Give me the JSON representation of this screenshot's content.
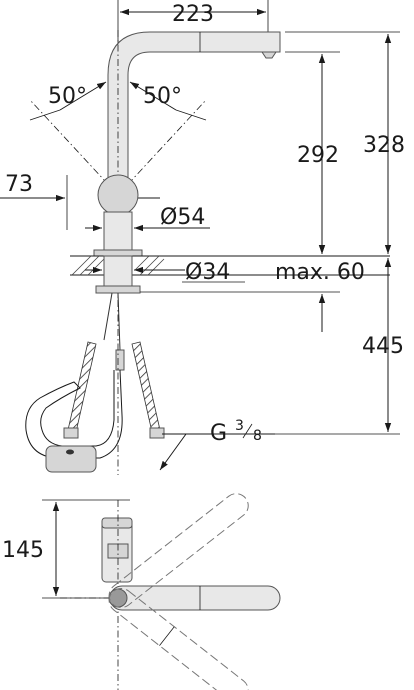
{
  "dimensions": {
    "spout_reach": "223",
    "swivel_left": "50",
    "swivel_right": "50",
    "degree_symbol": "°",
    "offset": "73",
    "height_spout": "292",
    "height_total": "328",
    "rose_diameter": "Ø54",
    "hole_diameter": "Ø34",
    "max_thickness": "max. 60",
    "below_counter": "445",
    "thread_g": "G",
    "thread_num": "3",
    "thread_den": "8",
    "plan_width": "145"
  }
}
